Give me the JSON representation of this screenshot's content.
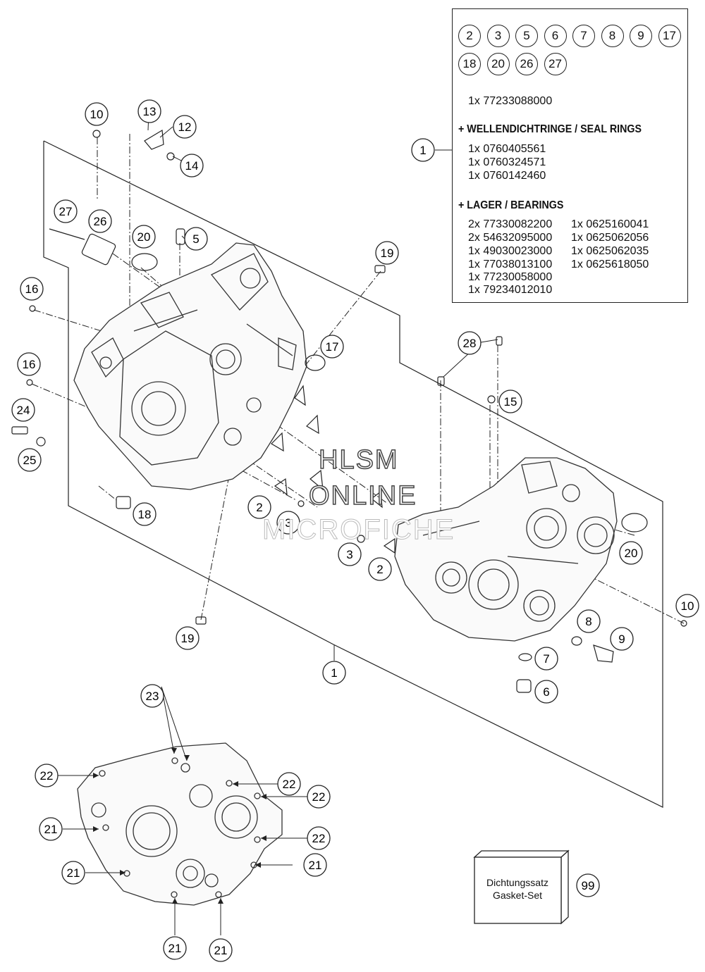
{
  "kit_circles": [
    "2",
    "3",
    "5",
    "6",
    "7",
    "8",
    "9",
    "17",
    "18",
    "20",
    "26",
    "27"
  ],
  "info": {
    "kit_line": "1x 77233088000",
    "seal_heading": "+ WELLENDICHTRINGE / SEAL RINGS",
    "seals": [
      "1x 0760405561",
      "1x 0760324571",
      "1x 0760142460"
    ],
    "bearing_heading": "+ LAGER / BEARINGS",
    "bearings_col1": [
      "2x 77330082200",
      "2x 54632095000",
      "1x 49030023000",
      "1x 77038013100",
      "1x 77230058000",
      "1x 79234012010"
    ],
    "bearings_col2": [
      "1x 0625160041",
      "1x 0625062056",
      "1x 0625062035",
      "1x 0625618050"
    ]
  },
  "gasket": {
    "line1": "Dichtungssatz",
    "line2": "Gasket-Set",
    "ref": "99"
  },
  "watermark": {
    "line1": "HLSM",
    "line2": "ONLINE",
    "line3": "MICROFICHE"
  },
  "callouts": [
    {
      "id": "c1a",
      "label": "1"
    },
    {
      "id": "c10a",
      "label": "10"
    },
    {
      "id": "c13",
      "label": "13"
    },
    {
      "id": "c12",
      "label": "12"
    },
    {
      "id": "c14",
      "label": "14"
    },
    {
      "id": "c27",
      "label": "27"
    },
    {
      "id": "c26",
      "label": "26"
    },
    {
      "id": "c20a",
      "label": "20"
    },
    {
      "id": "c5",
      "label": "5"
    },
    {
      "id": "c19a",
      "label": "19"
    },
    {
      "id": "c16a",
      "label": "16"
    },
    {
      "id": "c17",
      "label": "17"
    },
    {
      "id": "c16b",
      "label": "16"
    },
    {
      "id": "c24",
      "label": "24"
    },
    {
      "id": "c25",
      "label": "25"
    },
    {
      "id": "c18",
      "label": "18"
    },
    {
      "id": "c28",
      "label": "28"
    },
    {
      "id": "c15",
      "label": "15"
    },
    {
      "id": "c2a",
      "label": "2"
    },
    {
      "id": "c3a",
      "label": "3"
    },
    {
      "id": "c3b",
      "label": "3"
    },
    {
      "id": "c2b",
      "label": "2"
    },
    {
      "id": "c20b",
      "label": "20"
    },
    {
      "id": "c10b",
      "label": "10"
    },
    {
      "id": "c8",
      "label": "8"
    },
    {
      "id": "c9",
      "label": "9"
    },
    {
      "id": "c7",
      "label": "7"
    },
    {
      "id": "c6",
      "label": "6"
    },
    {
      "id": "c19b",
      "label": "19"
    },
    {
      "id": "c1b",
      "label": "1"
    },
    {
      "id": "c23",
      "label": "23"
    },
    {
      "id": "c22a",
      "label": "22"
    },
    {
      "id": "c22b",
      "label": "22"
    },
    {
      "id": "c22c",
      "label": "22"
    },
    {
      "id": "c21a",
      "label": "21"
    },
    {
      "id": "c22d",
      "label": "22"
    },
    {
      "id": "c21b",
      "label": "21"
    },
    {
      "id": "c21c",
      "label": "21"
    },
    {
      "id": "c21d",
      "label": "21"
    },
    {
      "id": "c21e",
      "label": "21"
    }
  ]
}
